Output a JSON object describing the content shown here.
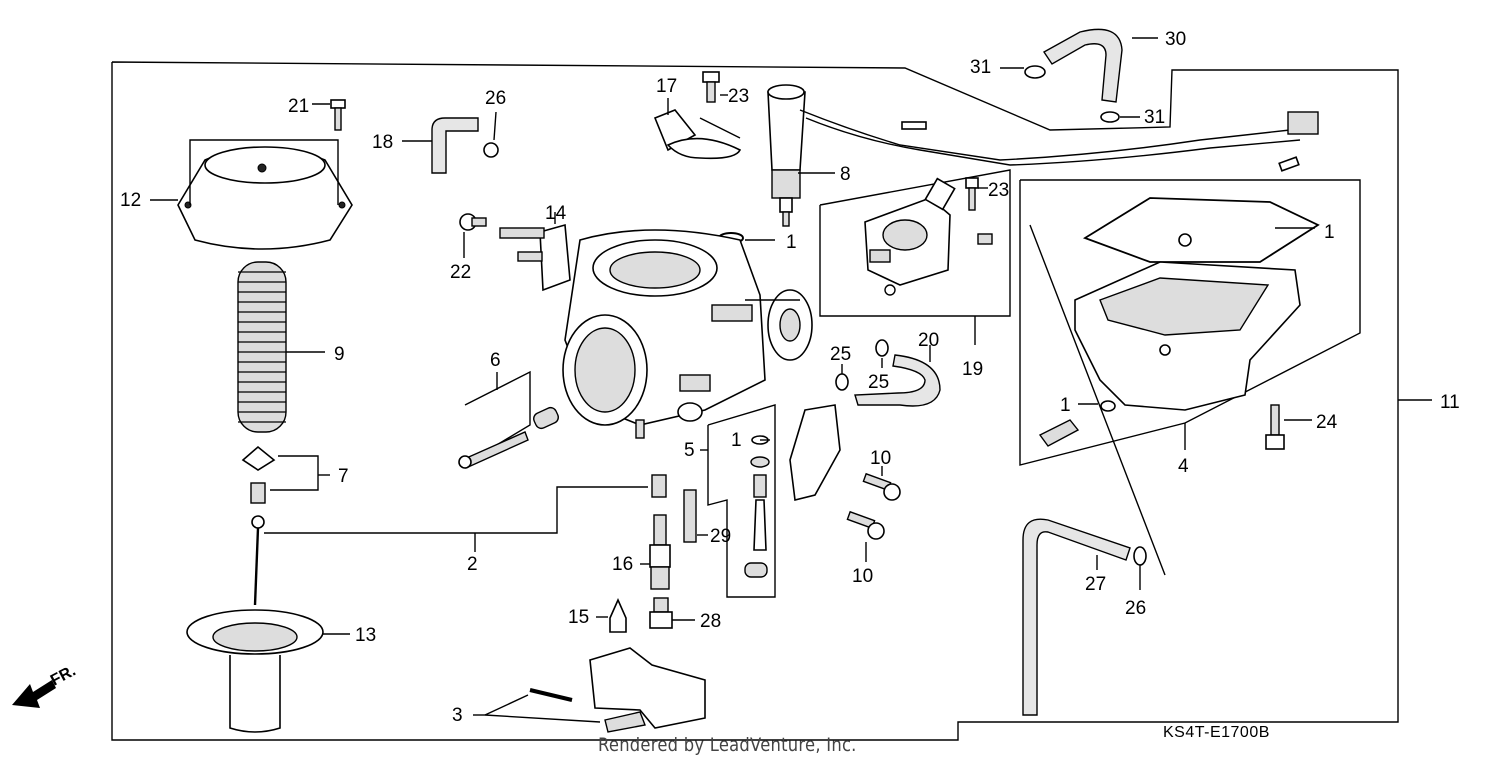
{
  "diagram": {
    "code": "KS4T-E1700B",
    "credit": "Rendered by LeadVenture, Inc.",
    "front_indicator": "FR.",
    "callouts": {
      "c1a": "1",
      "c1b": "1",
      "c1c": "1",
      "c1d": "1",
      "c2": "2",
      "c3": "3",
      "c4": "4",
      "c5": "5",
      "c6": "6",
      "c7": "7",
      "c8": "8",
      "c9": "9",
      "c10a": "10",
      "c10b": "10",
      "c11": "11",
      "c12": "12",
      "c13": "13",
      "c14": "14",
      "c15": "15",
      "c16": "16",
      "c17": "17",
      "c18": "18",
      "c19": "19",
      "c20": "20",
      "c21": "21",
      "c22": "22",
      "c23a": "23",
      "c23b": "23",
      "c24": "24",
      "c25a": "25",
      "c25b": "25",
      "c26a": "26",
      "c26b": "26",
      "c27": "27",
      "c28": "28",
      "c29": "29",
      "c30": "30",
      "c31a": "31",
      "c31b": "31"
    }
  }
}
